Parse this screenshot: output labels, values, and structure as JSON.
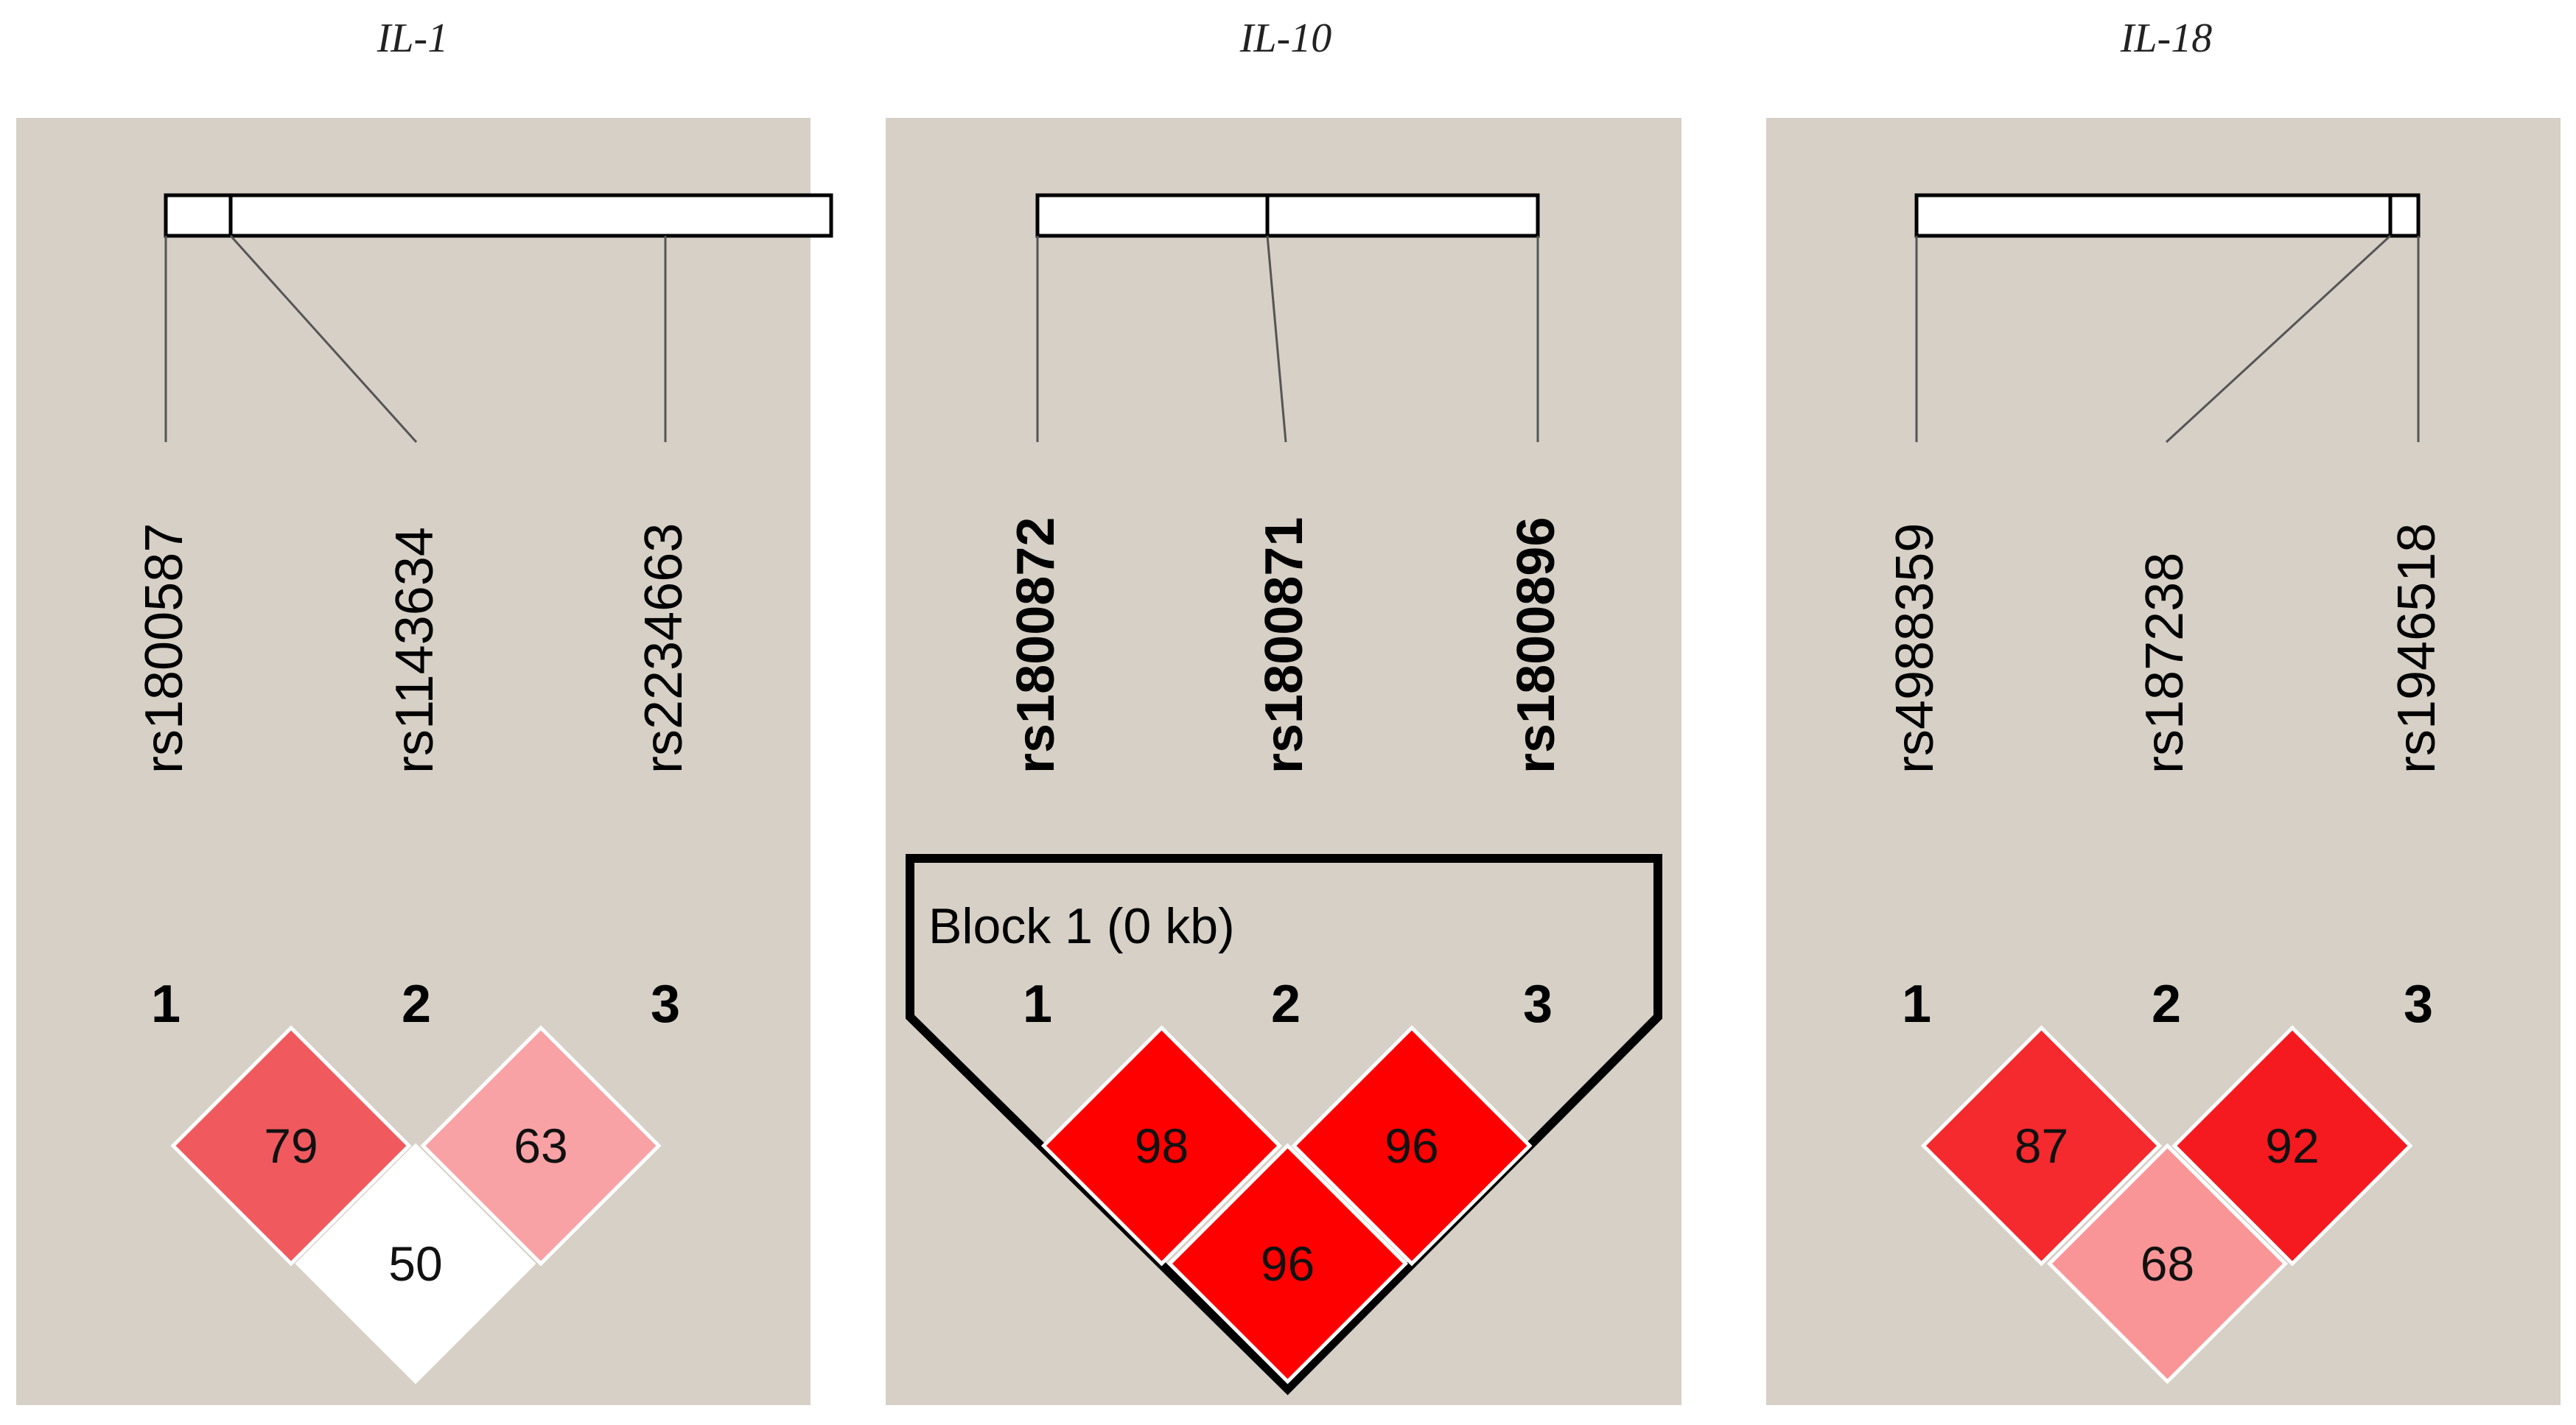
{
  "panels": [
    {
      "gene": "IL-1",
      "snps": [
        "rs1800587",
        "rs1143634",
        "rs2234663"
      ],
      "snp_bold": false,
      "indices": [
        "1",
        "2",
        "3"
      ],
      "ld_cells": [
        {
          "pair": [
            1,
            2
          ],
          "value": "79",
          "color": "#f05a5f"
        },
        {
          "pair": [
            2,
            3
          ],
          "value": "63",
          "color": "#f8a2a6"
        },
        {
          "pair": [
            1,
            3
          ],
          "value": "50",
          "color": "#ffffff"
        }
      ],
      "block": null
    },
    {
      "gene": "IL-10",
      "snps": [
        "rs1800872",
        "rs1800871",
        "rs1800896"
      ],
      "snp_bold": true,
      "indices": [
        "1",
        "2",
        "3"
      ],
      "ld_cells": [
        {
          "pair": [
            1,
            2
          ],
          "value": "98",
          "color": "#ff0000"
        },
        {
          "pair": [
            2,
            3
          ],
          "value": "96",
          "color": "#ff0000"
        },
        {
          "pair": [
            1,
            3
          ],
          "value": "96",
          "color": "#ff0000"
        }
      ],
      "block": {
        "label": "Block 1 (0 kb)"
      }
    },
    {
      "gene": "IL-18",
      "snps": [
        "rs4988359",
        "rs187238",
        "rs1946518"
      ],
      "snp_bold": false,
      "indices": [
        "1",
        "2",
        "3"
      ],
      "ld_cells": [
        {
          "pair": [
            1,
            2
          ],
          "value": "87",
          "color": "#f42a2e"
        },
        {
          "pair": [
            2,
            3
          ],
          "value": "92",
          "color": "#f41a1f"
        },
        {
          "pair": [
            1,
            3
          ],
          "value": "68",
          "color": "#fa9597"
        }
      ],
      "block": null
    }
  ]
}
